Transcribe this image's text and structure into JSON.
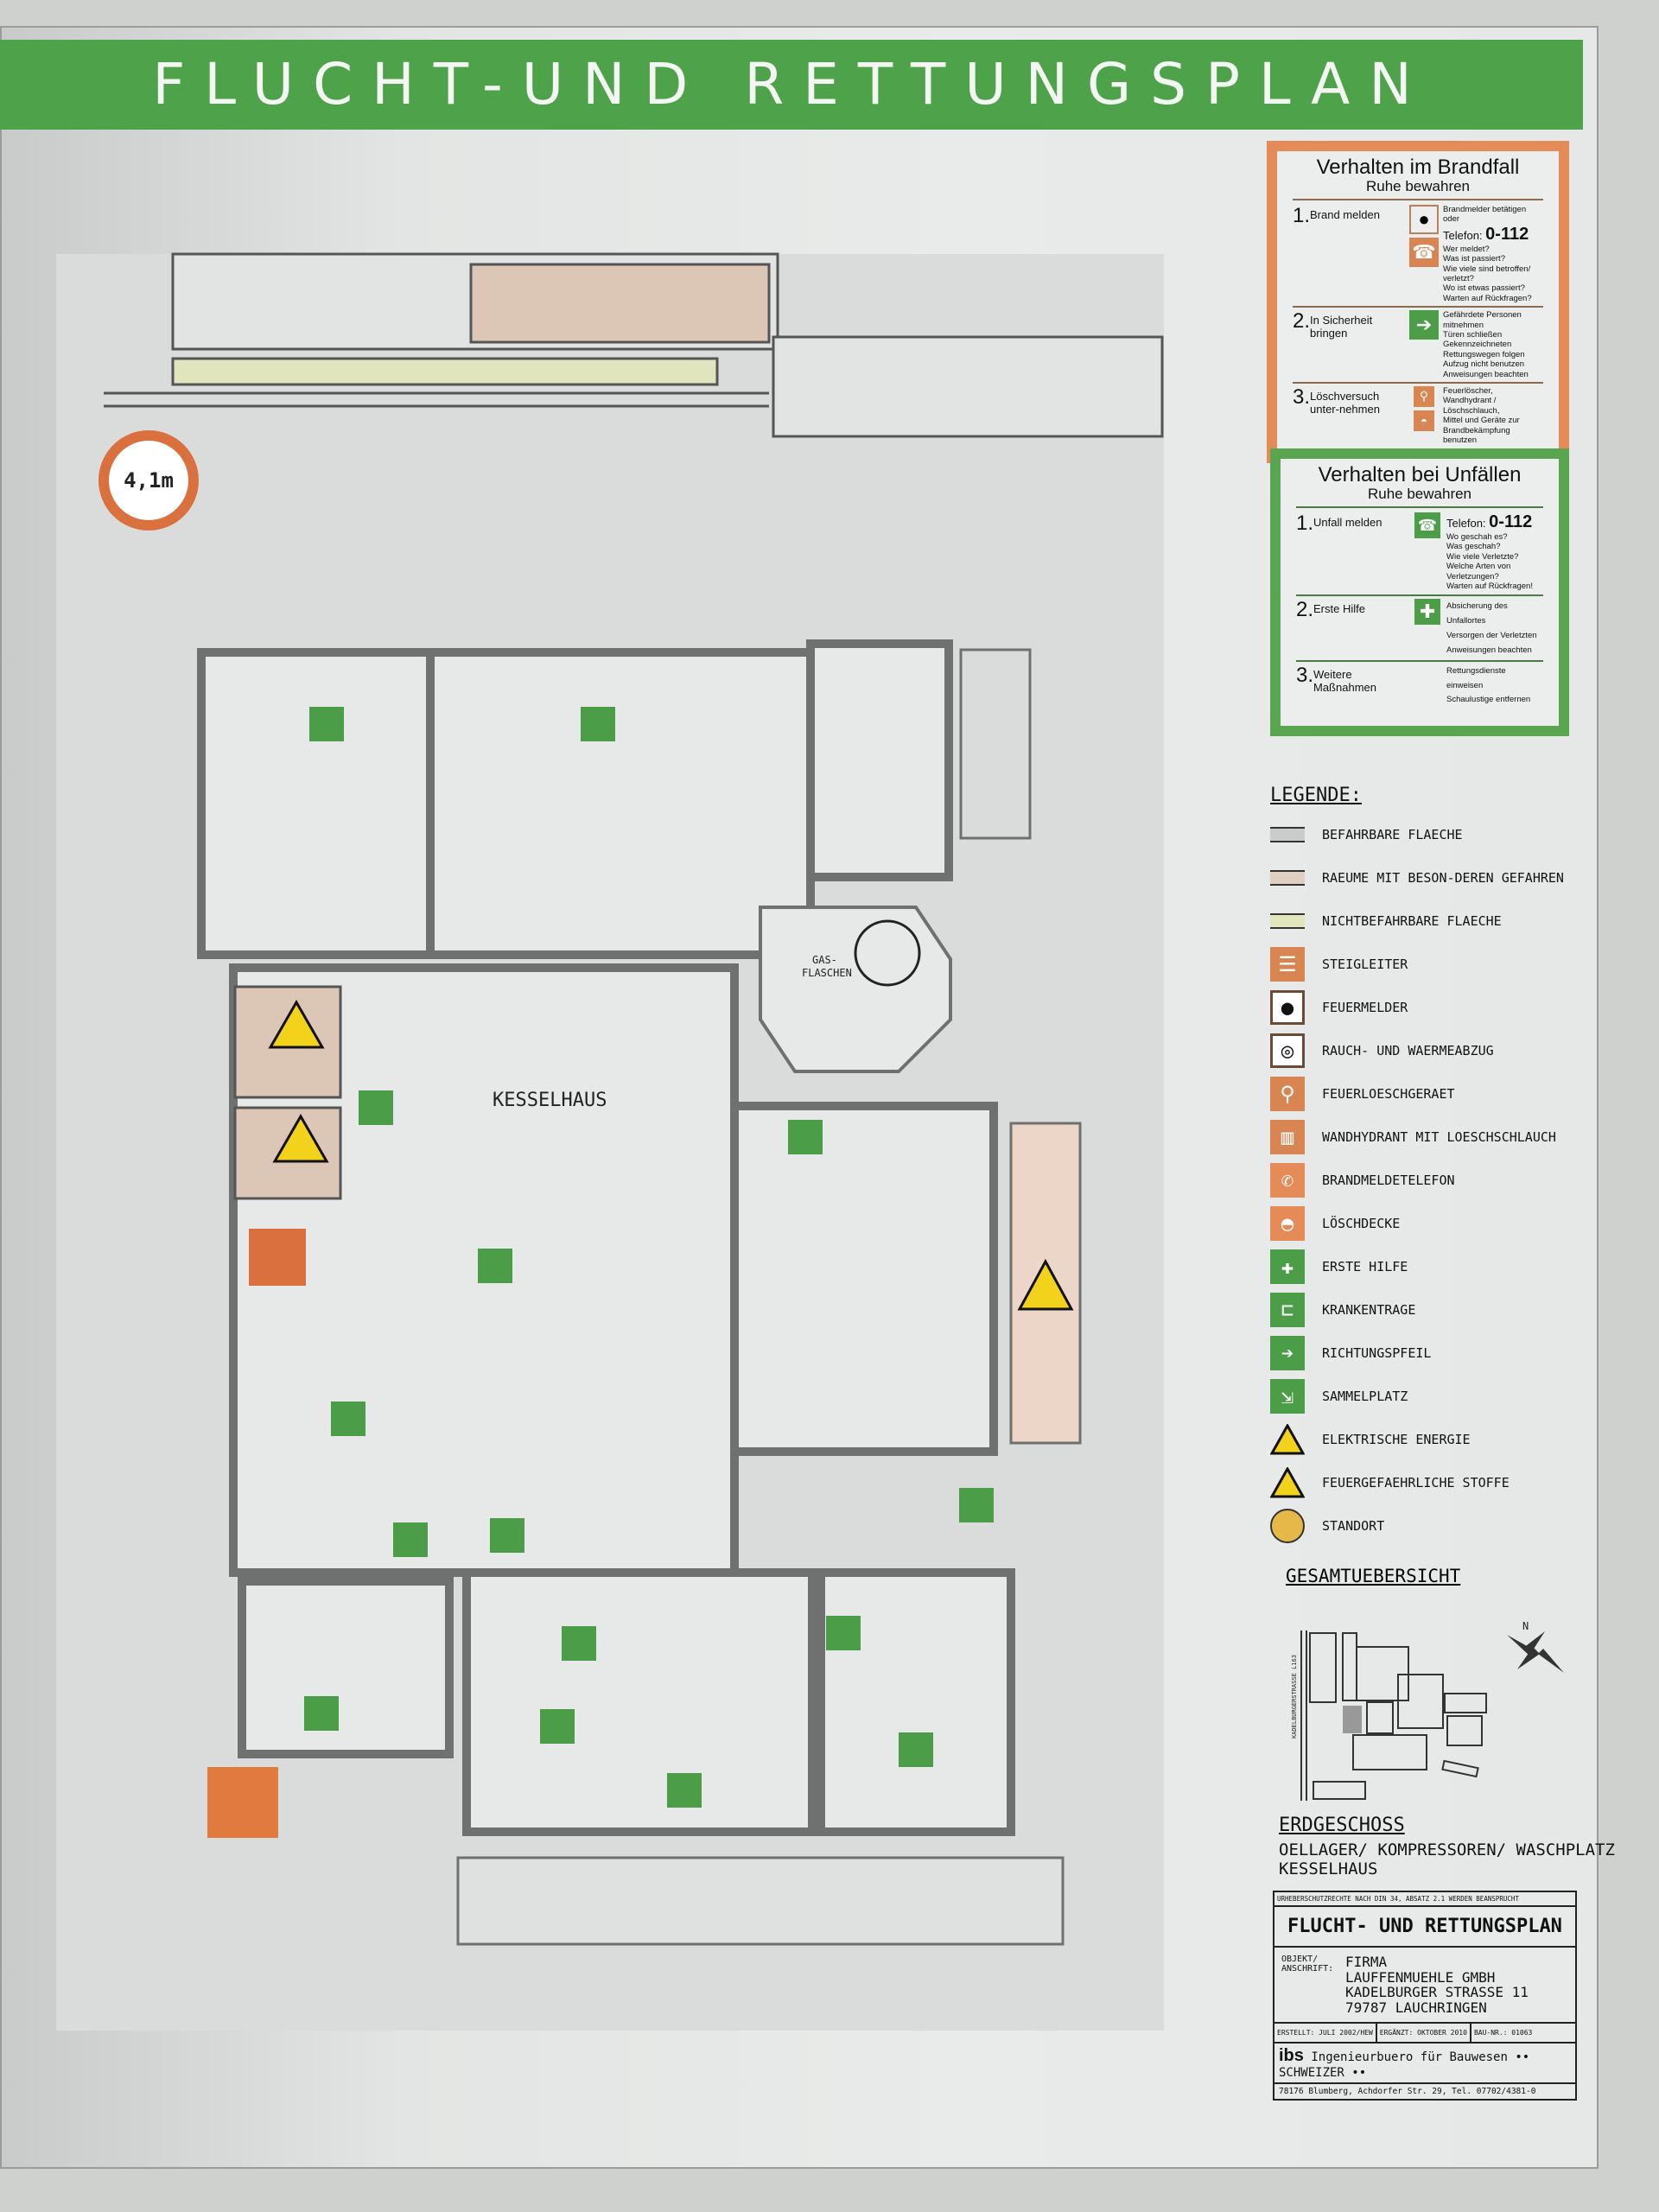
{
  "title": "FLUCHT-UND RETTUNGSPLAN",
  "fire_box": {
    "title": "Verhalten im Brandfall",
    "subtitle": "Ruhe bewahren",
    "steps": [
      {
        "num": "1.",
        "label": "Brand melden",
        "lines": [
          "Brandmelder betätigen oder"
        ],
        "phone_label": "Telefon:",
        "phone": "0-112",
        "questions": [
          "Wer meldet?",
          "Was ist passiert?",
          "Wie viele sind betroffen/ verletzt?",
          "Wo ist etwas passiert?",
          "Warten auf Rückfragen?"
        ]
      },
      {
        "num": "2.",
        "label": "In Sicherheit bringen",
        "lines": [
          "Gefährdete Personen mitnehmen",
          "Türen schließen",
          "Gekennzeichneten",
          "Rettungswegen folgen",
          "Aufzug nicht benutzen",
          "Anweisungen beachten"
        ]
      },
      {
        "num": "3.",
        "label": "Löschversuch unter-nehmen",
        "lines": [
          "Feuerlöscher,",
          "Wandhydrant / Löschschlauch,",
          "Mittel und Geräte zur",
          "Brandbekämpfung",
          "benutzen"
        ]
      }
    ]
  },
  "accident_box": {
    "title": "Verhalten bei Unfällen",
    "subtitle": "Ruhe bewahren",
    "steps": [
      {
        "num": "1.",
        "label": "Unfall melden",
        "phone_label": "Telefon:",
        "phone": "0-112",
        "lines": [
          "Wo geschah es?",
          "Was geschah?",
          "Wie viele Verletzte?",
          "Welche Arten von Verletzungen?",
          "Warten auf Rückfragen!"
        ]
      },
      {
        "num": "2.",
        "label": "Erste Hilfe",
        "lines": [
          "Absicherung des Unfallortes",
          "Versorgen der Verletzten",
          "Anweisungen beachten"
        ]
      },
      {
        "num": "3.",
        "label": "Weitere Maßnahmen",
        "lines": [
          "Rettungsdienste einweisen",
          "Schaulustige entfernen"
        ]
      }
    ]
  },
  "legend": {
    "title": "LEGENDE:",
    "items": [
      {
        "label": "BEFAHRBARE FLAECHE",
        "icon": "line-gray",
        "color": "#c9cccb"
      },
      {
        "label": "RAEUME MIT BESON-DEREN GEFAHREN",
        "icon": "line-beige",
        "color": "#e3cfc0"
      },
      {
        "label": "NICHTBEFAHRBARE FLAECHE",
        "icon": "line-yellow",
        "color": "#e1e6bd"
      },
      {
        "label": "STEIGLEITER",
        "icon": "ladder-icon",
        "color": "#d98552"
      },
      {
        "label": "FEUERMELDER",
        "icon": "fire-alarm-icon",
        "color": "#ffffff"
      },
      {
        "label": "RAUCH- UND WAERMEABZUG",
        "icon": "smoke-vent-icon",
        "color": "#ffffff"
      },
      {
        "label": "FEUERLOESCHGERAET",
        "icon": "extinguisher-icon",
        "color": "#d98552"
      },
      {
        "label": "WANDHYDRANT MIT LOESCHSCHLAUCH",
        "icon": "hydrant-icon",
        "color": "#d98552"
      },
      {
        "label": "BRANDMELDETELEFON",
        "icon": "fire-phone-icon",
        "color": "#e48b57"
      },
      {
        "label": "LÖSCHDECKE",
        "icon": "fire-blanket-icon",
        "color": "#e48b57"
      },
      {
        "label": "ERSTE HILFE",
        "icon": "first-aid-icon",
        "color": "#4c9d48"
      },
      {
        "label": "KRANKENTRAGE",
        "icon": "stretcher-icon",
        "color": "#4c9d48"
      },
      {
        "label": "RICHTUNGSPFEIL",
        "icon": "arrow-right-icon",
        "color": "#4c9d48"
      },
      {
        "label": "SAMMELPLATZ",
        "icon": "assembly-point-icon",
        "color": "#4c9d48"
      },
      {
        "label": "ELEKTRISCHE ENERGIE",
        "icon": "electric-warning-icon",
        "color": "#f2d21b"
      },
      {
        "label": "FEUERGEFAEHRLICHE STOFFE",
        "icon": "flammable-warning-icon",
        "color": "#f2d21b"
      },
      {
        "label": "STANDORT",
        "icon": "location-dot-icon",
        "color": "#e6b84a"
      }
    ]
  },
  "overview": {
    "title": "GESAMTUEBERSICHT",
    "street": "KADELBURGERSTRASSE L163",
    "north": "N"
  },
  "floor": {
    "name": "ERDGESCHOSS",
    "description": [
      "OELLAGER/ KOMPRESSOREN/ WASCHPLATZ",
      "KESSELHAUS"
    ]
  },
  "title_block": {
    "copyright": "URHEBERSCHUTZRECHTE NACH DIN 34, ABSATZ 2.1 WERDEN BEANSPRUCHT",
    "title": "FLUCHT- UND RETTUNGSPLAN",
    "object_label": "OBJEKT/ ANSCHRIFT:",
    "object": [
      "FIRMA",
      "LAUFFENMUEHLE GMBH",
      "KADELBURGER STRASSE 11",
      "79787 LAUCHRINGEN"
    ],
    "created": "ERSTELLT: JULI 2002/HEW",
    "updated": "ERGÄNZT: OKTOBER 2010",
    "bau_nr": "BAU-NR.: 01063",
    "logo": "ibs",
    "office": "Ingenieurbuero für Bauwesen •• SCHWEIZER ••",
    "address": "78176 Blumberg, Achdorfer Str. 29, Tel. 07702/4381-0"
  },
  "plan": {
    "height_sign": "4,1m",
    "labels": {
      "boiler_house": "KESSELHAUS",
      "gas": "GAS-",
      "gas2": "FLASCHEN"
    }
  },
  "colors": {
    "green": "#4ea34a",
    "orange": "#e48b57",
    "wall": "#8e908f"
  }
}
